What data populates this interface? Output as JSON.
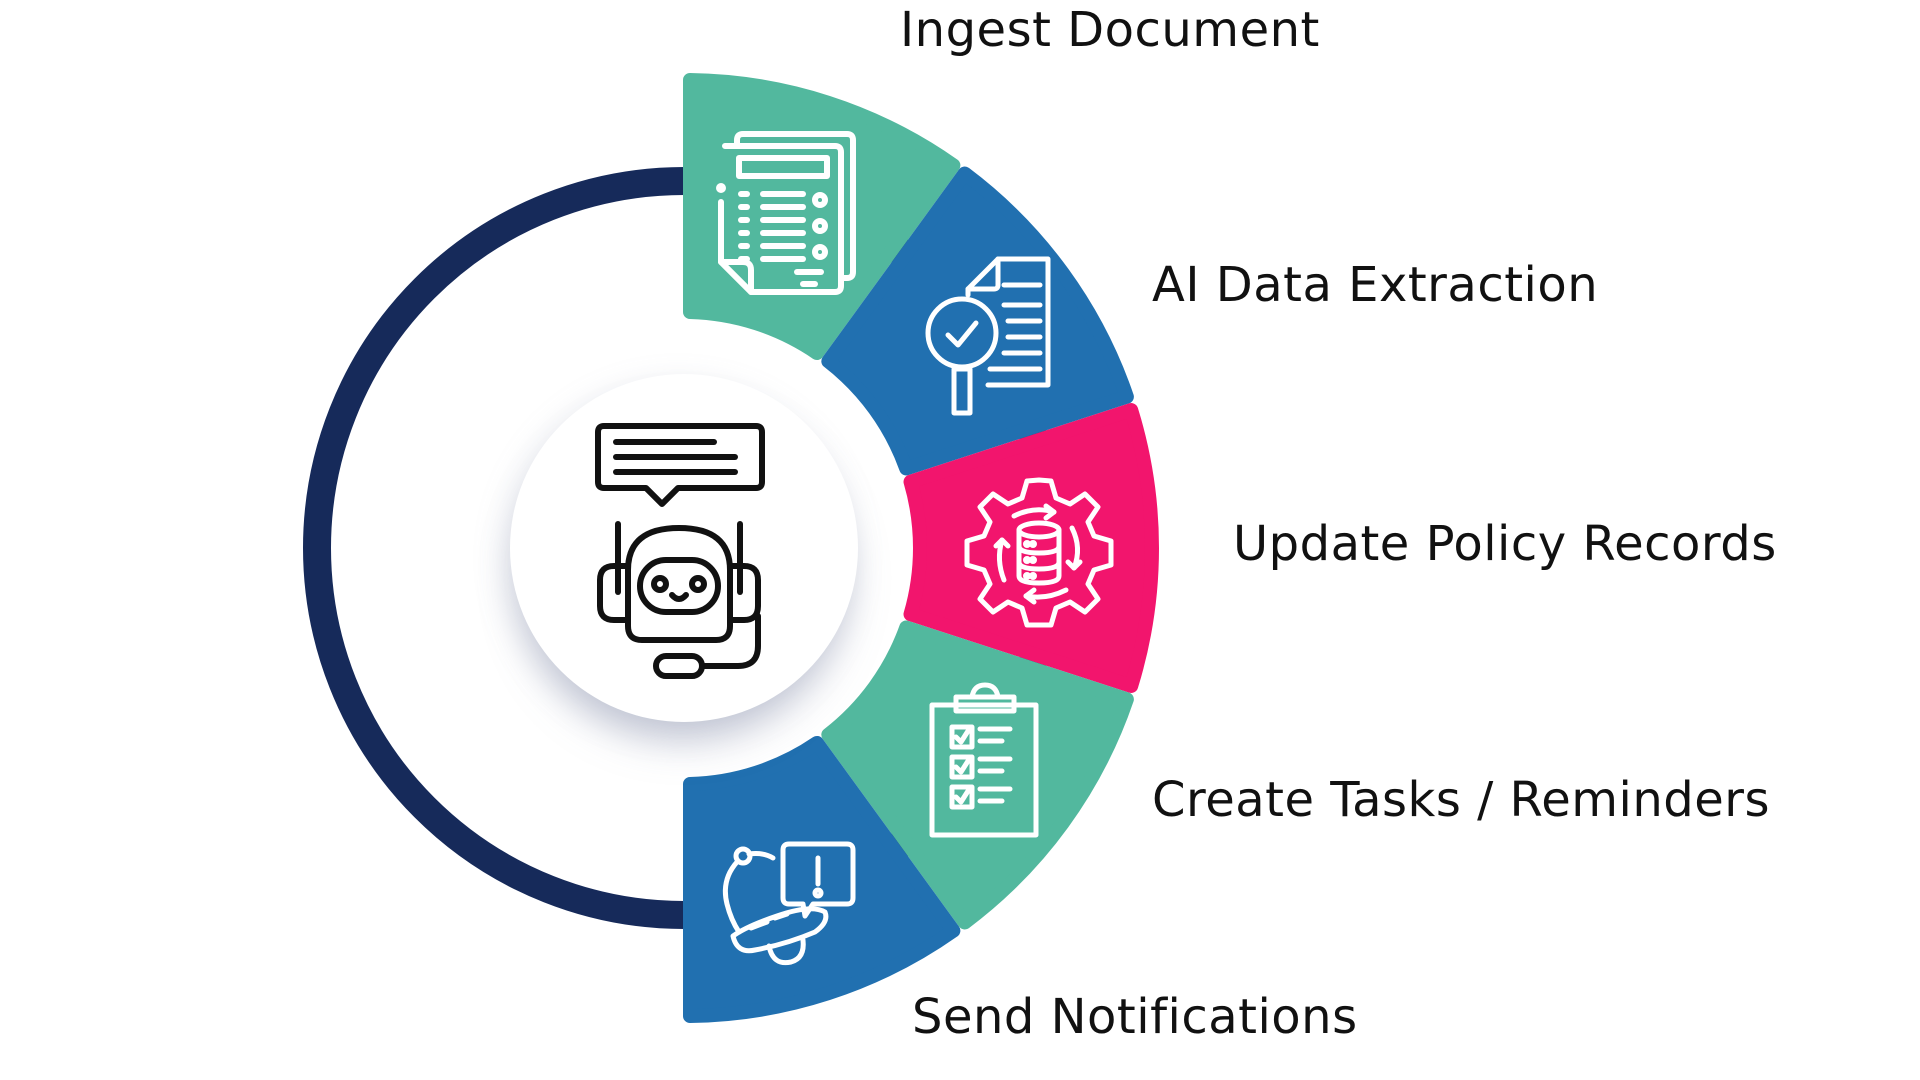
{
  "diagram": {
    "colors": {
      "ring": "#162A5A",
      "green": "#52B89E",
      "blue": "#2170B0",
      "pink": "#F2156D",
      "icon_stroke": "#ffffff",
      "hub_icon_stroke": "#111111",
      "label": "#111111"
    },
    "center": {
      "icon": "chatbot-robot-icon",
      "label": ""
    },
    "steps": [
      {
        "label": "Ingest Document",
        "icon": "documents-icon",
        "color": "green"
      },
      {
        "label": "AI Data Extraction",
        "icon": "document-search-check-icon",
        "color": "blue"
      },
      {
        "label": "Update Policy Records",
        "icon": "database-gear-sync-icon",
        "color": "pink"
      },
      {
        "label": "Create Tasks / Reminders",
        "icon": "checklist-clipboard-icon",
        "color": "green"
      },
      {
        "label": "Send Notifications",
        "icon": "bell-alert-icon",
        "color": "blue"
      }
    ]
  }
}
